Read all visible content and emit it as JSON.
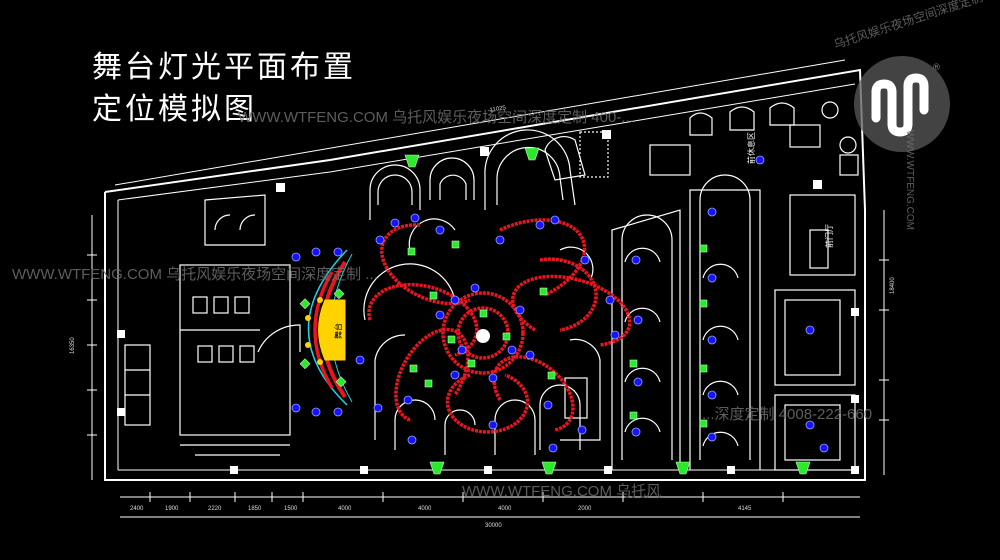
{
  "title": {
    "line1": "舞台灯光平面布置",
    "line2": "定位模拟图"
  },
  "watermarks": [
    "WWW.WTFENG.COM 乌托风娱乐夜场空间深度定制 400-...",
    "WWW.WTFENG.COM  乌托风娱乐夜场空间深度定制  ...",
    "...深度定制 4008-222-660",
    "WWW.WTFENG.COM 乌托风"
  ],
  "logo": {
    "ring_text": "乌托风娱乐夜场空间深度定制",
    "side_text": "WWW.WTFENG.COM",
    "mark": "®"
  },
  "plan_labels": {
    "stage": "舞台",
    "rest_area": "前休息区",
    "entrance": "前门厅"
  },
  "dimensions": {
    "bottom_total": "30000",
    "bottom_segments": [
      "2400",
      "1900",
      "2220",
      "1850",
      "1500",
      "4000",
      "4000",
      "4000",
      "2000",
      "4145"
    ],
    "left_total": "16350",
    "right_total": "18400",
    "top_diag": "11025"
  },
  "colors": {
    "background": "#000000",
    "walls": "#ffffff",
    "truss": "#e8161e",
    "light_blue": "#1414ff",
    "light_green": "#2ee82e",
    "stage_yellow": "#ffd200",
    "stage_arc": "#19d4e6"
  }
}
